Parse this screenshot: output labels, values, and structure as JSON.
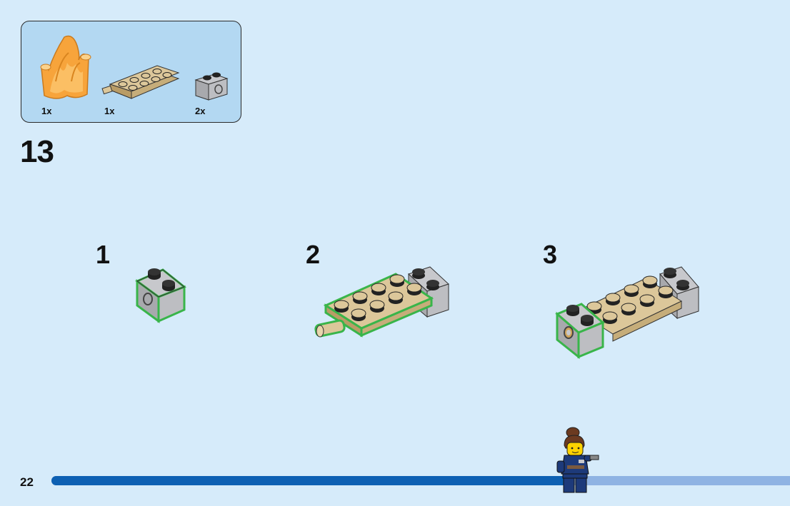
{
  "parts_list": {
    "items": [
      {
        "name": "trans-orange-flame-rock",
        "quantity": "1x"
      },
      {
        "name": "tan-plate-2x4-with-pin",
        "quantity": "1x"
      },
      {
        "name": "light-gray-technic-brick-1x2",
        "quantity": "2x"
      }
    ]
  },
  "step": {
    "number": "13"
  },
  "sub_steps": [
    {
      "label": "1"
    },
    {
      "label": "2"
    },
    {
      "label": "3"
    }
  ],
  "footer": {
    "page_number": "22",
    "progress_fraction": 0.7
  },
  "colors": {
    "background": "#d6ebfa",
    "parts_box": "#b3d8f2",
    "tan": "#dcc79a",
    "light_gray": "#a8a9ad",
    "highlight": "#39b54a",
    "progress_fill": "#0d60b3",
    "progress_track": "#8fb3e3"
  }
}
